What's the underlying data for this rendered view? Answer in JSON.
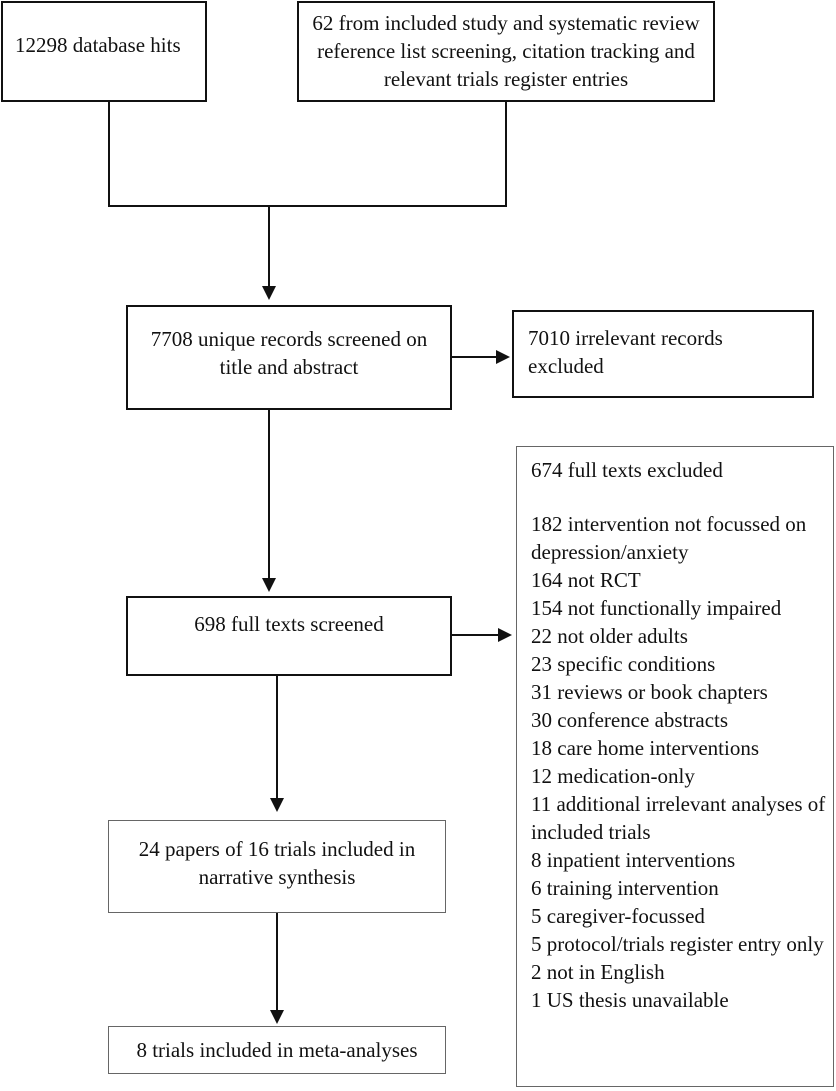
{
  "sources": {
    "database": "12298 database hits",
    "other": "62 from included study and systematic review reference list screening, citation tracking and relevant trials register entries"
  },
  "screening": {
    "records": "7708 unique records screened on title and abstract",
    "records_excluded": "7010 irrelevant records excluded"
  },
  "full_text": {
    "screened": "698 full texts screened",
    "excluded_title": "674 full texts excluded",
    "excluded_reasons": [
      "182 intervention not focussed on depression/anxiety",
      "164 not RCT",
      "154 not functionally impaired",
      "22 not older adults",
      "23 specific conditions",
      "31 reviews or book chapters",
      "30 conference abstracts",
      "18 care home interventions",
      "12 medication-only",
      "11 additional irrelevant analyses of included trials",
      "8 inpatient interventions",
      "6 training intervention",
      "5 caregiver-focussed",
      "5 protocol/trials register entry only",
      "2 not in English",
      "1 US thesis unavailable"
    ]
  },
  "included": {
    "narrative": "24 papers of 16 trials included in narrative synthesis",
    "meta": "8 trials included in meta-analyses"
  }
}
